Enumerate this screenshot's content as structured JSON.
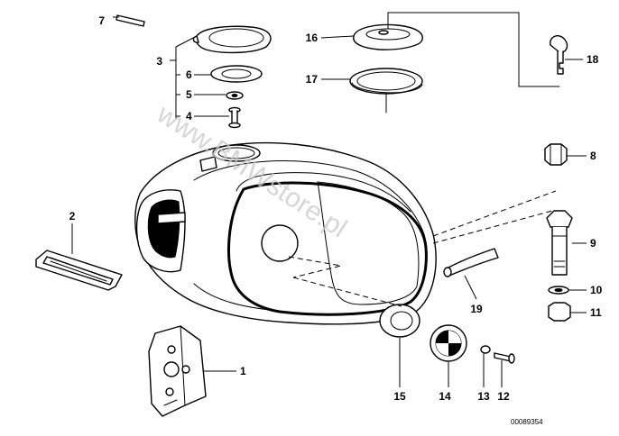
{
  "diagram": {
    "watermark": "www.BMWstore.pl",
    "reference_code": "00089354",
    "part_labels": [
      "1",
      "2",
      "3",
      "4",
      "5",
      "6",
      "7",
      "8",
      "9",
      "10",
      "11",
      "12",
      "13",
      "14",
      "15",
      "16",
      "17",
      "18",
      "19"
    ]
  }
}
